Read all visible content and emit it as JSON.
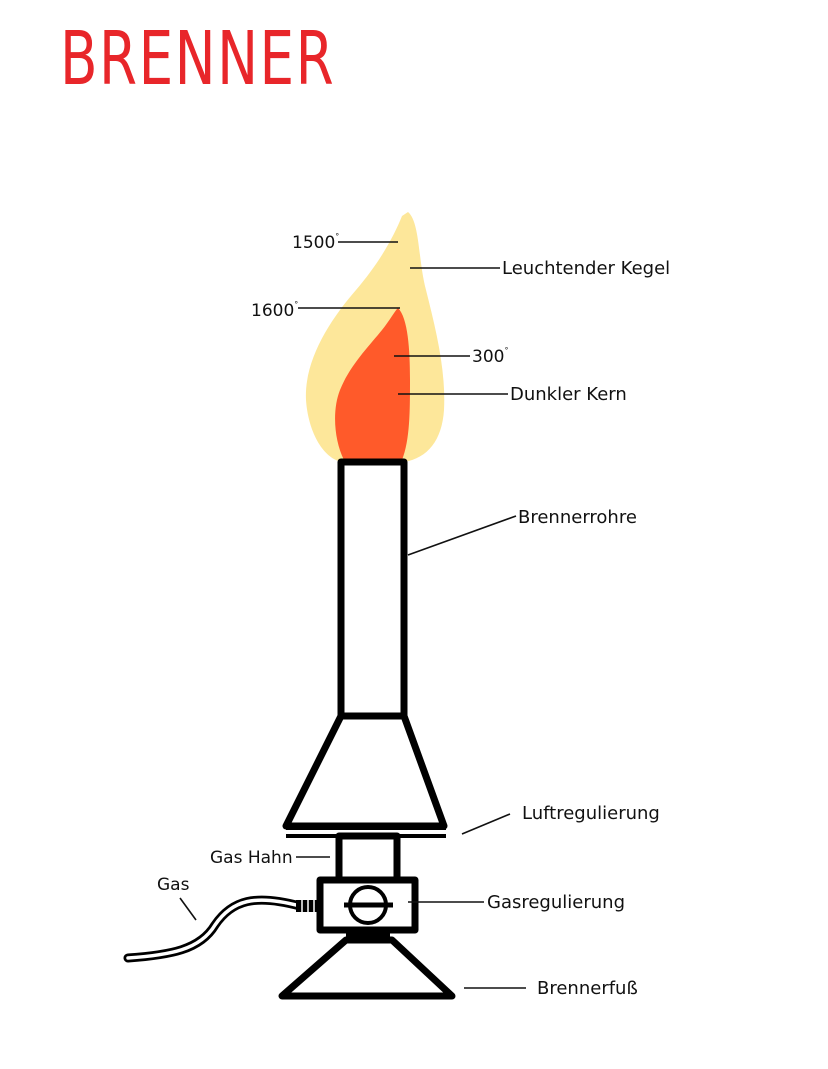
{
  "title": "BRENNER",
  "colors": {
    "title": "#e8262a",
    "outer_flame": "#fde79a",
    "inner_flame": "#ff5a2a",
    "outline": "#000000"
  },
  "labels": {
    "temp_1500": "1500",
    "temp_1600": "1600",
    "temp_300": "300",
    "degree": "°",
    "leuchtender_kegel": "Leuchtender Kegel",
    "dunkler_kern": "Dunkler Kern",
    "brennerrohre": "Brennerrohre",
    "luftregulierung": "Luftregulierung",
    "gas_hahn": "Gas Hahn",
    "gas": "Gas",
    "gasregulierung": "Gasregulierung",
    "brennerfuss": "Brennerfuß"
  }
}
